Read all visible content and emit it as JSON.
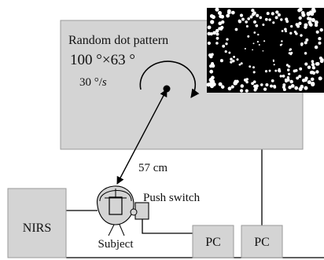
{
  "screen": {
    "title": "Random dot pattern",
    "size_main": "100 °×63 °",
    "speed_value": "30 °/",
    "speed_unit": "s"
  },
  "distance_label": "57 cm",
  "push_switch_label": "Push switch",
  "nirs_label": "NIRS",
  "subject_label": "Subject",
  "pc_left_label": "PC",
  "pc_right_label": "PC",
  "icons": [
    "rotation-arrow-icon",
    "fixation-dot-icon",
    "double-headed-arrow-icon",
    "subject-head-icon",
    "push-switch-icon",
    "random-dot-inset"
  ],
  "colors": {
    "box_fill": "#d4d4d4",
    "box_stroke": "#9a9a9a",
    "line": "#000000",
    "inset_bg": "#000000",
    "dots": "#ffffff"
  }
}
